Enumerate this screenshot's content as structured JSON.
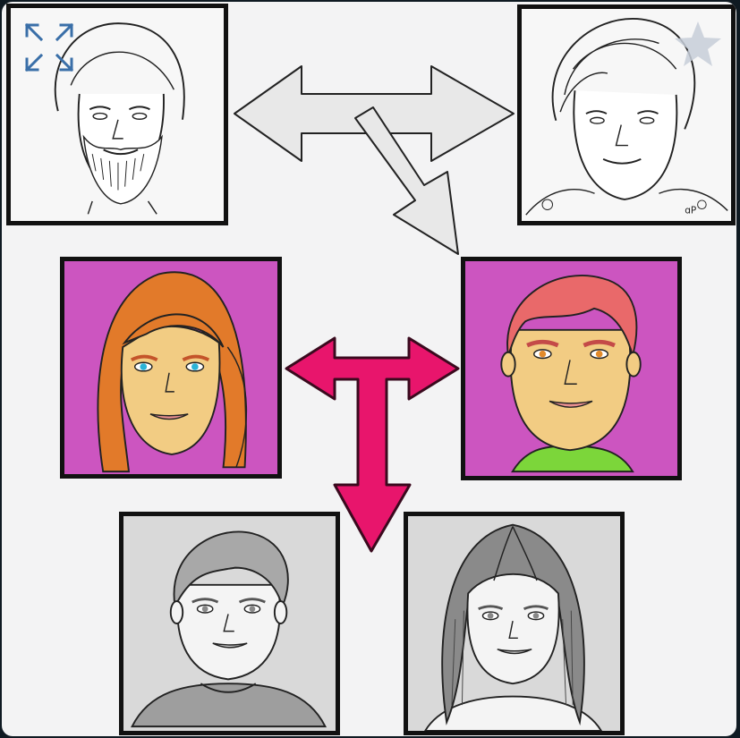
{
  "colors": {
    "background": "#f3f3f4",
    "outer_frame": "#0f1a22",
    "border": "#111111",
    "gray_arrow": "#e6e6e6",
    "pink_arrow": "#e8156c",
    "magenta_bg": "#cc55c0",
    "gray_bg": "#d9d9d9",
    "white_bg": "#f7f7f7",
    "skin": "#f2cc83",
    "hair_orange": "#e27a2a",
    "hair_red": "#e9696a",
    "eye_blue": "#2bb3d6",
    "eye_amber": "#e28a2a",
    "collar_green": "#7cd63a"
  },
  "controls": {
    "fullscreen_icon": "expand-arrows",
    "favorite_icon": "star"
  },
  "family_tree": {
    "grandparents": [
      {
        "role": "grandfather",
        "colored": false
      },
      {
        "role": "grandmother",
        "colored": false
      }
    ],
    "parents": [
      {
        "role": "mother",
        "colored": true,
        "hair": "orange",
        "eyes": "blue"
      },
      {
        "role": "father",
        "colored": true,
        "hair": "red",
        "eyes": "amber"
      }
    ],
    "children": [
      {
        "role": "boy",
        "colored": false
      },
      {
        "role": "girl",
        "colored": false
      }
    ],
    "artist_mark": "ɑP"
  }
}
